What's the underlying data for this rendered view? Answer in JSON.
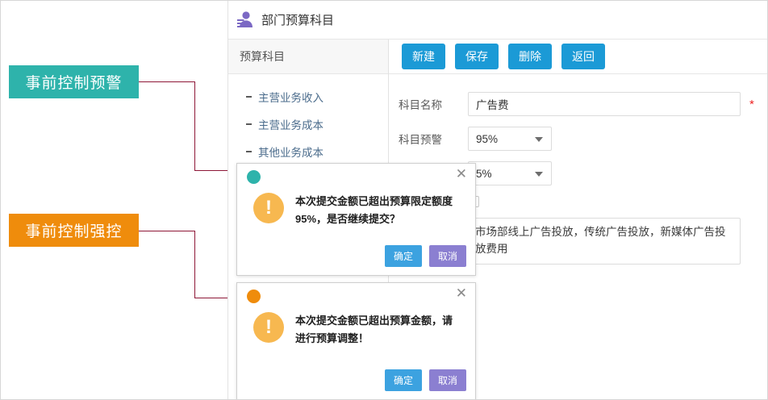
{
  "annotations": [
    {
      "id": "warning",
      "label": "事前控制预警",
      "color": "#2eb3ab"
    },
    {
      "id": "strict",
      "label": "事前控制强控",
      "color": "#ef8c0c"
    }
  ],
  "app": {
    "title": "部门预算科目",
    "icon": "department-user-icon",
    "tree": {
      "header": "预算科目",
      "items": [
        {
          "label": "主营业务收入"
        },
        {
          "label": "主营业务成本"
        },
        {
          "label": "其他业务成本"
        }
      ]
    },
    "toolbar": {
      "buttons": [
        {
          "label": "新建"
        },
        {
          "label": "保存"
        },
        {
          "label": "删除"
        },
        {
          "label": "返回"
        }
      ],
      "color": "#1b9ad6"
    },
    "form": {
      "name_label": "科目名称",
      "name_value": "广告费",
      "required_mark": "*",
      "warn_label": "科目预警",
      "warn_value": "95%",
      "second_value": "5%",
      "description_value": "市场部线上广告投放，传统广告投放，新媒体广告投放费用"
    }
  },
  "dialogs": [
    {
      "id": "warning",
      "dot_color": "#2eb3ab",
      "close_glyph": "✕",
      "warn_glyph": "!",
      "message": "本次提交金额已超出预算限定额度95%，是否继续提交？",
      "ok_label": "确定",
      "cancel_label": "取消",
      "ok_color": "#3ca2e0",
      "cancel_color": "#8b7fd1"
    },
    {
      "id": "strict",
      "dot_color": "#ef8c0c",
      "close_glyph": "✕",
      "warn_glyph": "!",
      "message": "本次提交金额已超出预算金额，请进行预算调整！",
      "ok_label": "确定",
      "cancel_label": "取消",
      "ok_color": "#3ca2e0",
      "cancel_color": "#8b7fd1"
    }
  ]
}
